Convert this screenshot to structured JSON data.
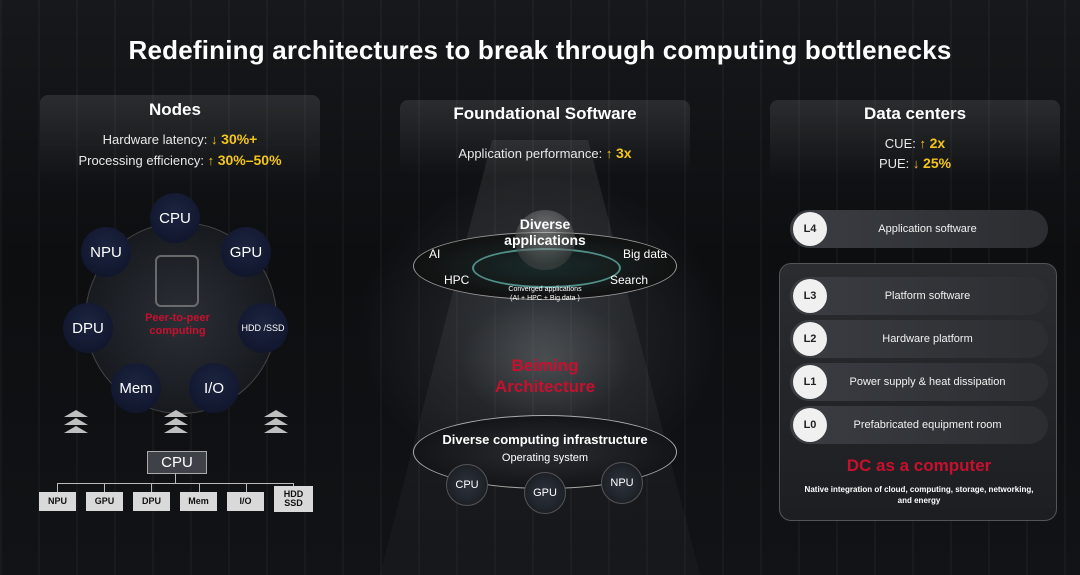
{
  "title": "Redefining architectures to break through computing bottlenecks",
  "nodes": {
    "heading": "Nodes",
    "latency_label": "Hardware latency:",
    "latency_arrow": "↓",
    "latency_value": "30%+",
    "efficiency_label": "Processing efficiency:",
    "efficiency_arrow": "↑",
    "efficiency_value": "30%–50%",
    "center_label": "Peer-to-peer computing",
    "ring": [
      "CPU",
      "GPU",
      "HDD /SSD",
      "I/O",
      "Mem",
      "DPU",
      "NPU"
    ],
    "hub": "CPU",
    "tree": [
      "NPU",
      "GPU",
      "DPU",
      "Mem",
      "I/O",
      "HDD SSD"
    ]
  },
  "software": {
    "heading": "Foundational Software",
    "perf_label": "Application performance:",
    "perf_arrow": "↑",
    "perf_value": "3x",
    "apps_title": "Diverse applications",
    "ai": "AI",
    "bigdata": "Big data",
    "hpc": "HPC",
    "search": "Search",
    "converged": "Converged applications",
    "converged_sub": "(AI + HPC + Big data )",
    "arch": "Beiming Architecture",
    "infra_title": "Diverse computing infrastructure",
    "os": "Operating system",
    "chips": [
      "CPU",
      "GPU",
      "NPU"
    ]
  },
  "datacenters": {
    "heading": "Data centers",
    "cue_label": "CUE:",
    "cue_arrow": "↑",
    "cue_value": "2x",
    "pue_label": "PUE:",
    "pue_arrow": "↓",
    "pue_value": "25%",
    "layers": [
      {
        "level": "L4",
        "label": "Application software"
      },
      {
        "level": "L3",
        "label": "Platform software"
      },
      {
        "level": "L2",
        "label": "Hardware platform"
      },
      {
        "level": "L1",
        "label": "Power supply & heat dissipation"
      },
      {
        "level": "L0",
        "label": "Prefabricated equipment room"
      }
    ],
    "dc_title": "DC as a computer",
    "dc_desc": "Native integration of cloud, computing, storage, networking, and energy"
  },
  "colors": {
    "accent": "#f5c518",
    "red": "#c8102e"
  }
}
